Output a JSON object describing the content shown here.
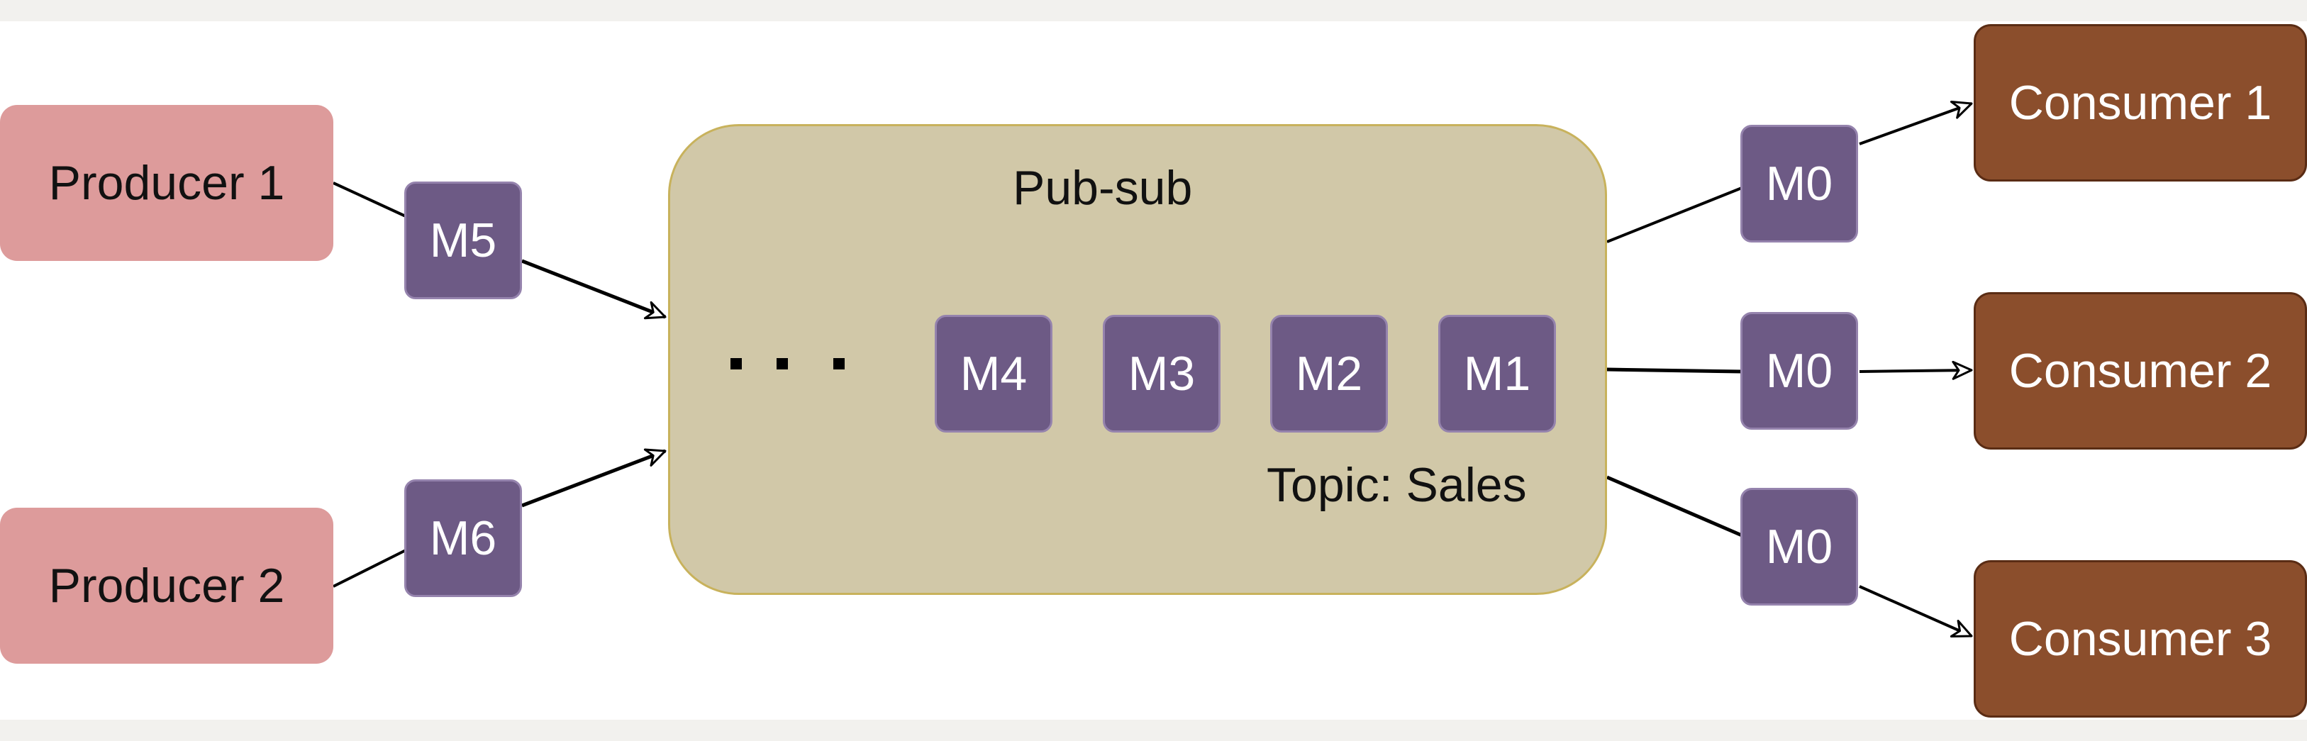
{
  "diagram": {
    "pubsub_title": "Pub-sub",
    "topic_label": "Topic: Sales",
    "ellipsis": "...",
    "producers": [
      "Producer 1",
      "Producer 2"
    ],
    "consumers": [
      "Consumer 1",
      "Consumer 2",
      "Consumer 3"
    ],
    "incoming_messages": [
      "M5",
      "M6"
    ],
    "queue_messages": [
      "M4",
      "M3",
      "M2",
      "M1"
    ],
    "outgoing_messages": [
      "M0",
      "M0",
      "M0"
    ]
  },
  "colors": {
    "producer_fill": "#dd9b9b",
    "consumer_fill": "#8b4e2c",
    "message_fill": "#6d5a85",
    "pubsub_fill": "#d1c8a8",
    "pubsub_border": "#c8b25c"
  }
}
